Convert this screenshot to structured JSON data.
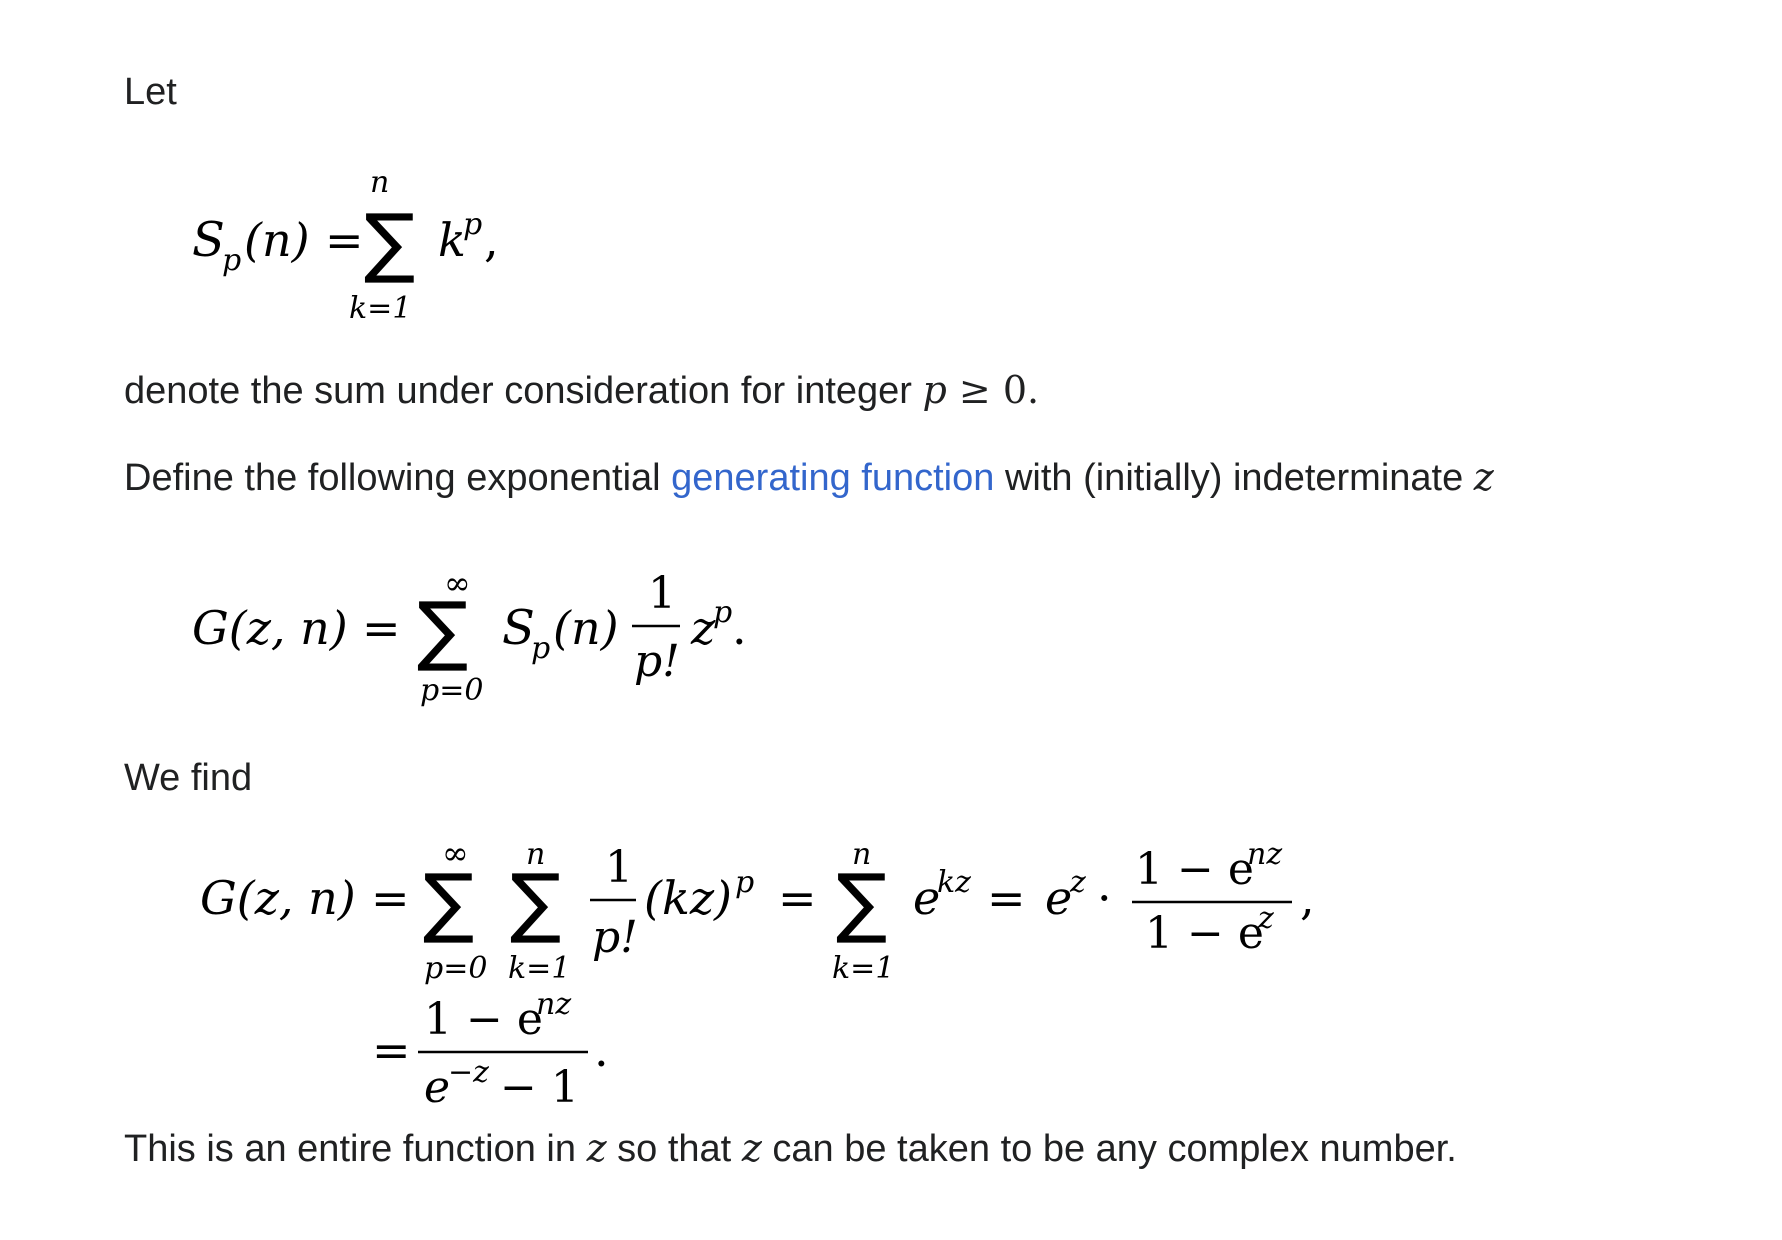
{
  "paragraphs": {
    "p1": "Let",
    "p2_text": "denote the sum under consideration for integer ",
    "p2_math_var": "p",
    "p2_math_rel": " ≥ 0.",
    "p3_before": "Define the following exponential ",
    "p3_link": "generating function",
    "p3_after": " with (initially) indeterminate ",
    "p3_var": "z",
    "p4": "We find",
    "p5_a": "This is an entire function in ",
    "p5_var1": "z",
    "p5_b": " so that ",
    "p5_var2": "z",
    "p5_c": " can be taken to be any complex number."
  },
  "equations": {
    "eq1": {
      "lhs_S": "S",
      "lhs_sub": "p",
      "lhs_arg": "(n)",
      "eq": "=",
      "sum": "∑",
      "upper": "n",
      "lower": "k=1",
      "term_base": "k",
      "term_exp": "p",
      "trail": ","
    },
    "eq2": {
      "lhs": "G(z, n)",
      "eq": "=",
      "sum": "∑",
      "upper": "∞",
      "lower": "p=0",
      "S": "S",
      "S_sub": "p",
      "S_arg": "(n)",
      "frac_num": "1",
      "frac_den": "p!",
      "z": "z",
      "z_exp": "p",
      "trail": "."
    },
    "eq3": {
      "lhs": "G(z, n)",
      "eq": "=",
      "sum": "∑",
      "s1_upper": "∞",
      "s1_lower": "p=0",
      "s2_upper": "n",
      "s2_lower": "k=1",
      "frac_num": "1",
      "frac_den": "p!",
      "kz": "(kz)",
      "kz_exp": "p",
      "eq2": "=",
      "s3_upper": "n",
      "s3_lower": "k=1",
      "e": "e",
      "e_exp": "kz",
      "eq3": "=",
      "ez": "e",
      "ez_exp": "z",
      "dot": "·",
      "f_num_1": "1 − e",
      "f_num_exp": "nz",
      "f_den_1": "1 − e",
      "f_den_exp": "z",
      "trail": ","
    },
    "eq4": {
      "eq": "=",
      "num_1": "1 − e",
      "num_exp": "nz",
      "den_e": "e",
      "den_exp": "−z",
      "den_rest": " − 1",
      "trail": "."
    }
  }
}
